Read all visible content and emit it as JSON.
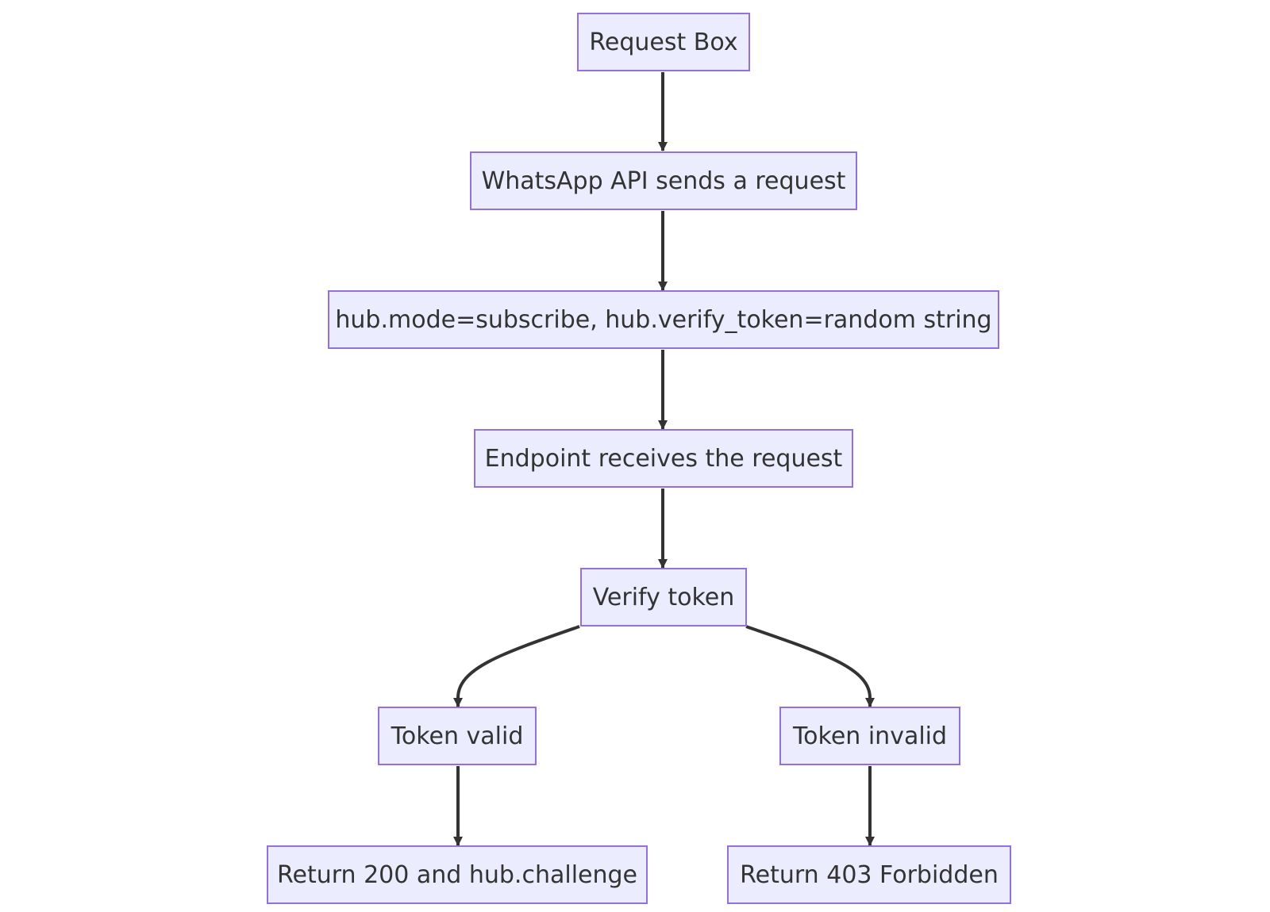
{
  "diagram": {
    "colors": {
      "node_fill": "#ECECFF",
      "node_border": "#9370DB",
      "text": "#333333",
      "edge": "#333333"
    },
    "nodes": [
      {
        "id": "request-box",
        "label": "Request Box"
      },
      {
        "id": "whatsapp-request",
        "label": "WhatsApp API sends a request"
      },
      {
        "id": "hub-params",
        "label": "hub.mode=subscribe, hub.verify_token=random string"
      },
      {
        "id": "endpoint-receives",
        "label": "Endpoint receives the request"
      },
      {
        "id": "verify-token",
        "label": "Verify token"
      },
      {
        "id": "token-valid",
        "label": "Token valid"
      },
      {
        "id": "token-invalid",
        "label": "Token invalid"
      },
      {
        "id": "return-200",
        "label": "Return 200 and hub.challenge"
      },
      {
        "id": "return-403",
        "label": "Return 403 Forbidden"
      }
    ],
    "edges": [
      {
        "from": "request-box",
        "to": "whatsapp-request"
      },
      {
        "from": "whatsapp-request",
        "to": "hub-params"
      },
      {
        "from": "hub-params",
        "to": "endpoint-receives"
      },
      {
        "from": "endpoint-receives",
        "to": "verify-token"
      },
      {
        "from": "verify-token",
        "to": "token-valid"
      },
      {
        "from": "verify-token",
        "to": "token-invalid"
      },
      {
        "from": "token-valid",
        "to": "return-200"
      },
      {
        "from": "token-invalid",
        "to": "return-403"
      }
    ]
  }
}
